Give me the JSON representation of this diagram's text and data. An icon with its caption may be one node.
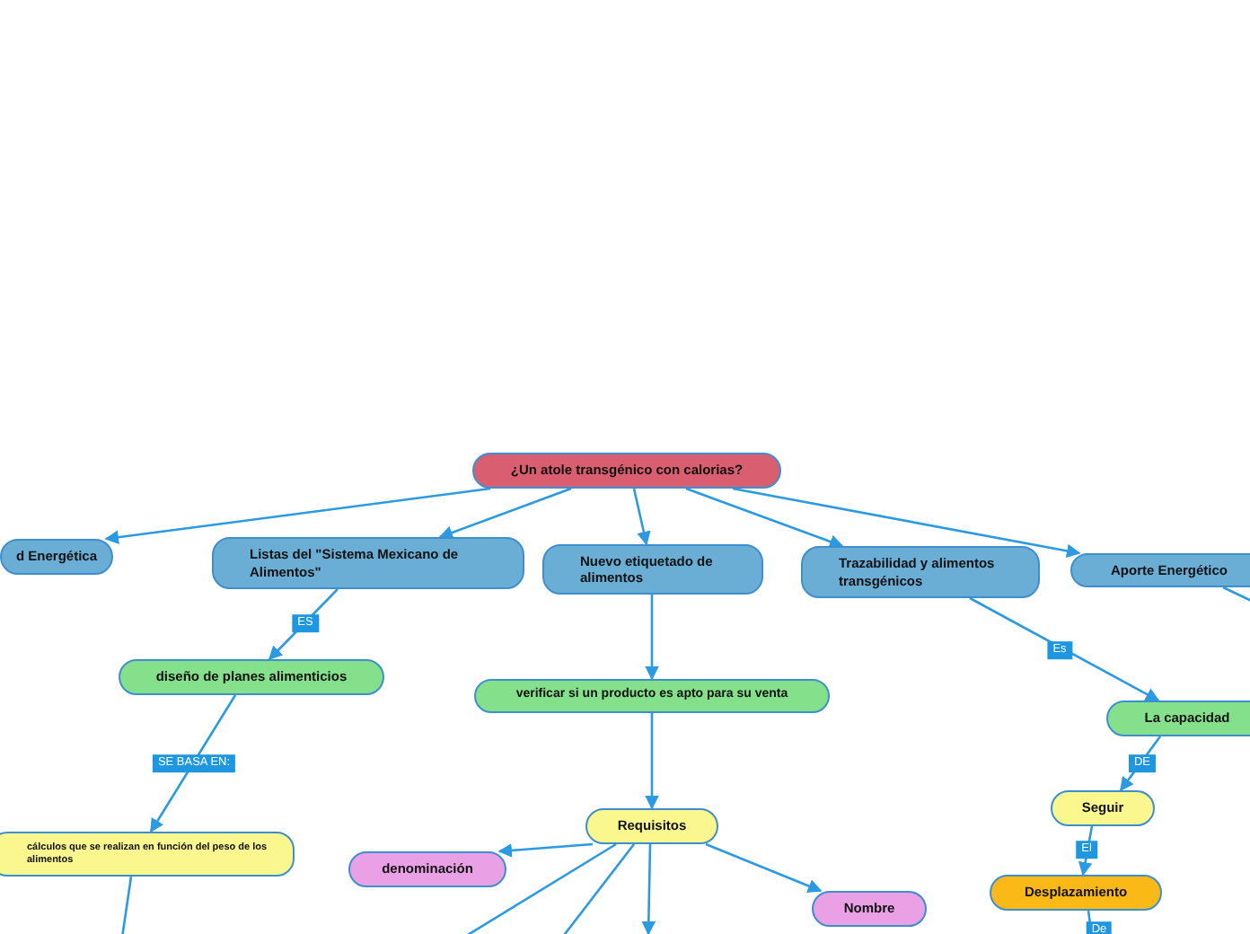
{
  "diagram": {
    "nodes": [
      {
        "text": [
          "¿Un atole transgénico con calorias?"
        ]
      },
      {
        "text": [
          "d Energética"
        ]
      },
      {
        "text": [
          "Listas del \"Sistema Mexicano de Alimentos\""
        ]
      },
      {
        "text": [
          "Nuevo etiquetado de alimentos"
        ]
      },
      {
        "text": [
          "Trazabilidad y alimentos transgénicos"
        ]
      },
      {
        "text": [
          "Aporte Energético"
        ]
      },
      {
        "text": [
          "diseño de planes alimenticios"
        ]
      },
      {
        "text": [
          "verificar si un producto es apto para su venta"
        ]
      },
      {
        "text": [
          "La capacidad"
        ]
      },
      {
        "text": [
          "cálculos que se realizan en función del peso de los alimentos"
        ]
      },
      {
        "text": [
          "Requisitos"
        ]
      },
      {
        "text": [
          "denominación"
        ]
      },
      {
        "text": [
          "Nombre"
        ]
      },
      {
        "text": [
          "Seguir"
        ]
      },
      {
        "text": [
          "Desplazamiento"
        ]
      }
    ],
    "edges": [
      {
        "from": 0,
        "to": 1,
        "arrow": "to"
      },
      {
        "from": 0,
        "to": 2,
        "arrow": "to"
      },
      {
        "from": 0,
        "to": 3,
        "arrow": "to"
      },
      {
        "from": 0,
        "to": 4,
        "arrow": "to"
      },
      {
        "from": 0,
        "to": 5,
        "arrow": "to"
      },
      {
        "from": 2,
        "to": 6,
        "arrow": "to",
        "label": "ES"
      },
      {
        "from": 3,
        "to": 7,
        "arrow": "to"
      },
      {
        "from": 4,
        "to": 8,
        "arrow": "to",
        "label": "Es"
      },
      {
        "from": 6,
        "to": 9,
        "arrow": "to",
        "label": "SE BASA EN:"
      },
      {
        "from": 7,
        "to": 10,
        "arrow": "to"
      },
      {
        "from": 10,
        "to": 11,
        "arrow": "to"
      },
      {
        "from": 10,
        "to": 12,
        "arrow": "to"
      },
      {
        "from": 10,
        "to": null,
        "arrow": "none"
      },
      {
        "from": 10,
        "to": null,
        "arrow": "none"
      },
      {
        "from": 10,
        "to": null,
        "arrow": "to"
      },
      {
        "from": 8,
        "to": 13,
        "arrow": "to",
        "label": "DE"
      },
      {
        "from": 13,
        "to": 14,
        "arrow": "to",
        "label": "El"
      },
      {
        "from": 14,
        "to": null,
        "arrow": "none",
        "label": "De"
      },
      {
        "from": 9,
        "to": null,
        "arrow": "none"
      },
      {
        "from": 5,
        "to": null,
        "arrow": "none"
      }
    ]
  }
}
